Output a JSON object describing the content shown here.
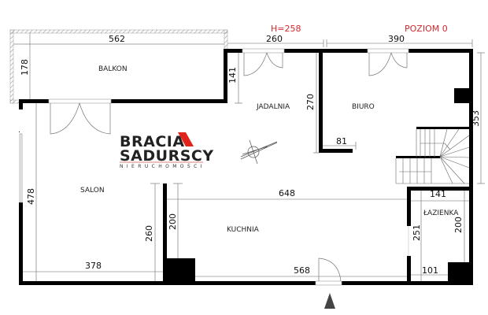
{
  "header": {
    "height_label": "H=258",
    "level_label": "POZIOM 0"
  },
  "logo": {
    "line1": "BRACIA",
    "line2": "SADURSCY",
    "tagline": "NIERUCHOMOŚCI",
    "accent_color": "#e2231a"
  },
  "rooms": {
    "balkon": "BALKON",
    "jadalnia": "JADALNIA",
    "biuro": "BIURO",
    "salon": "SALON",
    "kuchnia": "KUCHNIA",
    "lazienka": "ŁAZIENKA"
  },
  "dimensions": {
    "balkon_width": "562",
    "balkon_depth": "178",
    "jadalnia_width": "260",
    "jadalnia_wall": "141",
    "jadalnia_depth": "270",
    "biuro_width": "390",
    "biuro_depth": "353",
    "biuro_ledge": "81",
    "salon_depth": "478",
    "salon_width": "378",
    "salon_inner": "260",
    "kuchnia_length": "648",
    "kuchnia_depth": "200",
    "kuchnia_bottom": "568",
    "lazienka_width": "141",
    "lazienka_depth": "200",
    "lazienka_wall": "251",
    "lazienka_bottom": "101"
  },
  "symbols": {
    "compass": "compass-icon",
    "entrance": "entrance-arrow-icon"
  },
  "colors": {
    "wall": "#000000",
    "dimension_line": "#555555",
    "annotation_red": "#d0282c"
  }
}
